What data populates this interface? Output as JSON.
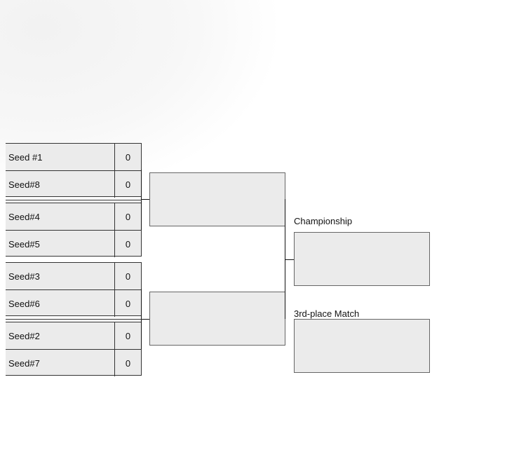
{
  "matches": [
    {
      "team1": "Seed #1",
      "score1": "0",
      "team2": "Seed#8",
      "score2": "0"
    },
    {
      "team1": "Seed#4",
      "score1": "0",
      "team2": "Seed#5",
      "score2": "0"
    },
    {
      "team1": "Seed#3",
      "score1": "0",
      "team2": "Seed#6",
      "score2": "0"
    },
    {
      "team1": "Seed#2",
      "score1": "0",
      "team2": "Seed#7",
      "score2": "0"
    }
  ],
  "finals": {
    "championship_label": "Championship",
    "third_place_label": "3rd-place Match"
  }
}
